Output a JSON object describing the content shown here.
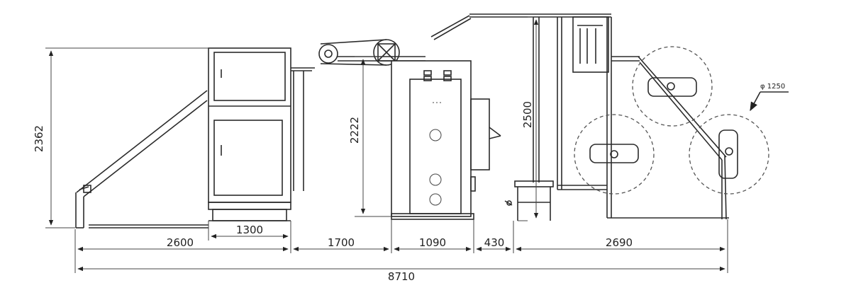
{
  "dimensions": {
    "total_height_left": "2362",
    "height_mid": "2222",
    "height_right": "2500",
    "width_feeder": "2600",
    "width_hopper": "1300",
    "gap_1": "1700",
    "width_cabinet": "1090",
    "gap_2": "430",
    "width_winder": "2690",
    "total_length": "8710",
    "roll_diameter": "φ 1250"
  },
  "colors": {
    "line": "#2b2b2b",
    "background": "#ffffff"
  }
}
